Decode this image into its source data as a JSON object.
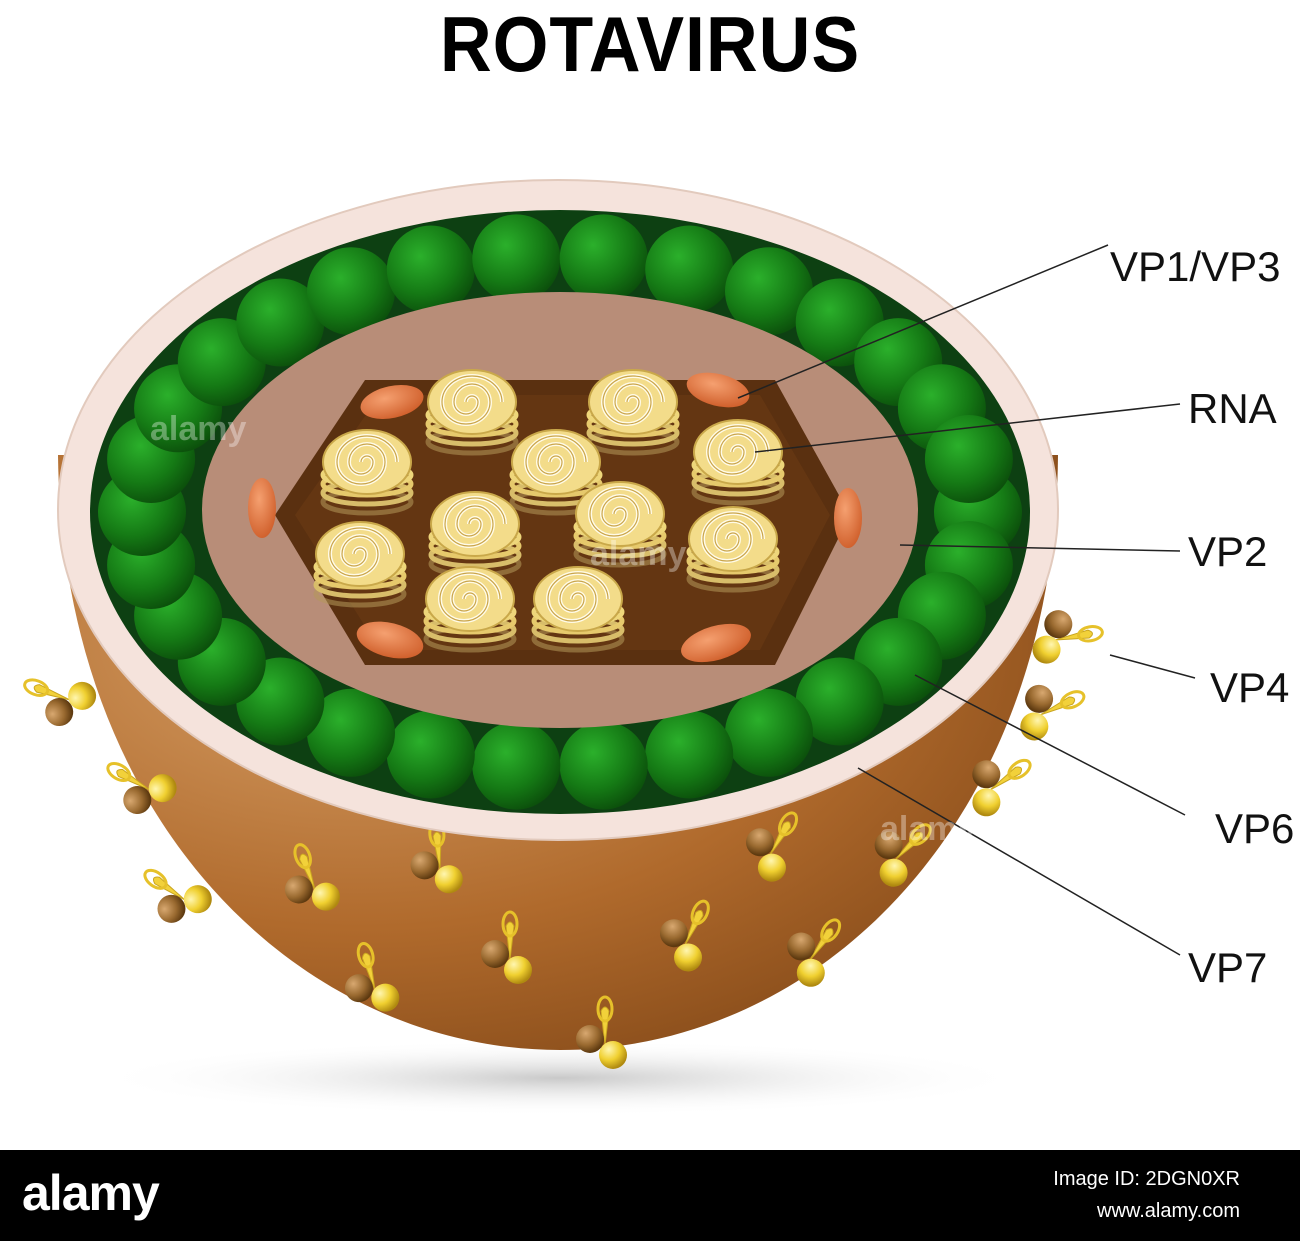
{
  "title": "ROTAVIRUS",
  "labels": {
    "vp1_vp3": "VP1/VP3",
    "rna": "RNA",
    "vp2": "VP2",
    "vp4": "VP4",
    "vp6": "VP6",
    "vp7": "VP7"
  },
  "footer": {
    "logo": "alamy",
    "image_id": "Image ID: 2DGN0XR",
    "url": "www.alamy.com"
  },
  "watermark": "alamy",
  "colors": {
    "outer_capsid": "#b36a2c",
    "rim": "#f4e2da",
    "vp6_spheres": "#1e8a1e",
    "inner_layer": "#b88d78",
    "core": "#5a3010",
    "rna_coils": "#e8c860",
    "vp1_vp3": "#e07a44",
    "spike_yellow": "#f2d13a",
    "spike_brown": "#8a5a22"
  }
}
